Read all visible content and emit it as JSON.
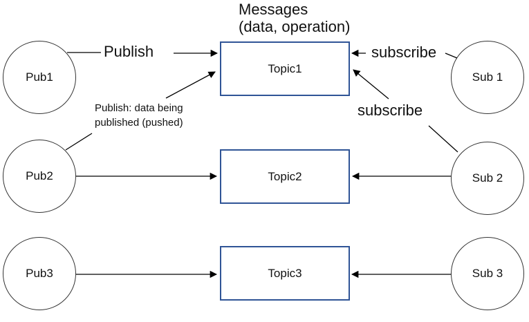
{
  "title": {
    "line1": "Messages",
    "line2": "(data, operation)"
  },
  "nodes": {
    "publishers": [
      {
        "label": "Pub1"
      },
      {
        "label": "Pub2"
      },
      {
        "label": "Pub3"
      }
    ],
    "topics": [
      {
        "label": "Topic1"
      },
      {
        "label": "Topic2"
      },
      {
        "label": "Topic3"
      }
    ],
    "subscribers": [
      {
        "label": "Sub 1"
      },
      {
        "label": "Sub 2"
      },
      {
        "label": "Sub 3"
      }
    ]
  },
  "labels": {
    "publish": "Publish",
    "subscribe_row1": "subscribe",
    "subscribe_row2": "subscribe",
    "annotation_line1": "Publish: data being",
    "annotation_line2": "published (pushed)"
  },
  "colors": {
    "topic_border": "#2F5496",
    "circle_border": "#333333",
    "arrow": "#000000"
  }
}
